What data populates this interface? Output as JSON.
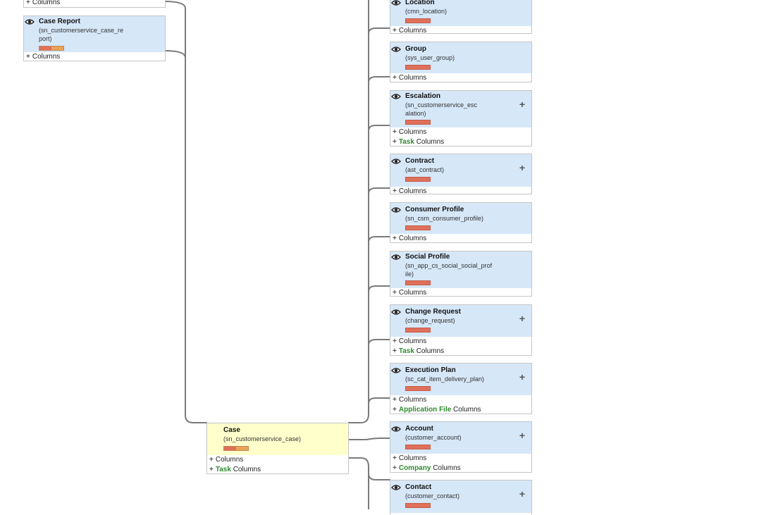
{
  "nodes": {
    "top_left": {
      "columns": "Columns"
    },
    "case_report": {
      "title": "Case Report",
      "table": "(sn_customerservice_case_report)",
      "columns": "Columns"
    },
    "location": {
      "title": "Location",
      "table": "(cmn_location)",
      "columns": "Columns"
    },
    "group": {
      "title": "Group",
      "table": "(sys_user_group)",
      "columns": "Columns"
    },
    "escalation": {
      "title": "Escalation",
      "table": "(sn_customerservice_escalation)",
      "columns": "Columns",
      "extra_prefix": "Task",
      "extra_suffix": "Columns"
    },
    "contract": {
      "title": "Contract",
      "table": "(ast_contract)",
      "columns": "Columns"
    },
    "consumer_profile": {
      "title": "Consumer Profile",
      "table": "(sn_csm_consumer_profile)",
      "columns": "Columns"
    },
    "social_profile": {
      "title": "Social Profile",
      "table": "(sn_app_cs_social_social_profile)",
      "columns": "Columns"
    },
    "change_request": {
      "title": "Change Request",
      "table": "(change_request)",
      "columns": "Columns",
      "extra_prefix": "Task",
      "extra_suffix": "Columns"
    },
    "execution_plan": {
      "title": "Execution Plan",
      "table": "(sc_cat_item_delivery_plan)",
      "columns": "Columns",
      "extra_prefix": "Application File",
      "extra_suffix": "Columns"
    },
    "account": {
      "title": "Account",
      "table": "(customer_account)",
      "columns": "Columns",
      "extra_prefix": "Company",
      "extra_suffix": "Columns"
    },
    "contact": {
      "title": "Contact",
      "table": "(customer_contact)"
    },
    "case": {
      "title": "Case",
      "table": "(sn_customerservice_case)",
      "columns": "Columns",
      "extra_prefix": "Task",
      "extra_suffix": "Columns"
    }
  },
  "icons": {
    "view": "eye-icon",
    "expand": "plus-icon"
  },
  "colors": {
    "node_header": "#d6e7f8",
    "case_header": "#ffffcc",
    "bar_red": "#e0705a",
    "bar_orange": "#e8a454",
    "link_green": "#2e8b2e"
  }
}
